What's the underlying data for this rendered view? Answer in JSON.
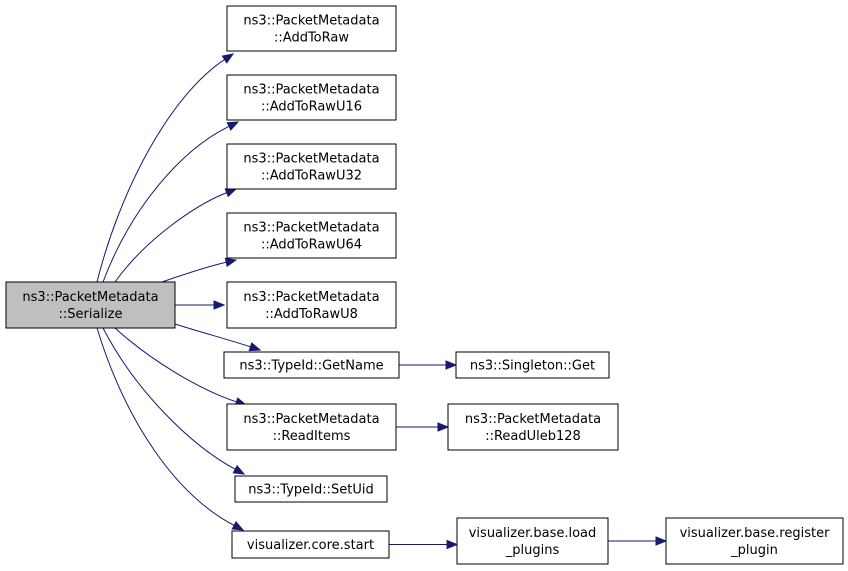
{
  "nodes": [
    {
      "id": "serialize",
      "lines": [
        "ns3::PacketMetadata",
        "::Serialize"
      ]
    },
    {
      "id": "addtoraw",
      "lines": [
        "ns3::PacketMetadata",
        "::AddToRaw"
      ]
    },
    {
      "id": "addtorawu16",
      "lines": [
        "ns3::PacketMetadata",
        "::AddToRawU16"
      ]
    },
    {
      "id": "addtorawu32",
      "lines": [
        "ns3::PacketMetadata",
        "::AddToRawU32"
      ]
    },
    {
      "id": "addtorawu64",
      "lines": [
        "ns3::PacketMetadata",
        "::AddToRawU64"
      ]
    },
    {
      "id": "addtorawu8",
      "lines": [
        "ns3::PacketMetadata",
        "::AddToRawU8"
      ]
    },
    {
      "id": "typeid-getname",
      "lines": [
        "ns3::TypeId::GetName"
      ]
    },
    {
      "id": "singleton-get",
      "lines": [
        "ns3::Singleton::Get"
      ]
    },
    {
      "id": "readitems",
      "lines": [
        "ns3::PacketMetadata",
        "::ReadItems"
      ]
    },
    {
      "id": "readuleb128",
      "lines": [
        "ns3::PacketMetadata",
        "::ReadUleb128"
      ]
    },
    {
      "id": "typeid-setuid",
      "lines": [
        "ns3::TypeId::SetUid"
      ]
    },
    {
      "id": "core-start",
      "lines": [
        "visualizer.core.start"
      ]
    },
    {
      "id": "base-load-plugins",
      "lines": [
        "visualizer.base.load",
        "_plugins"
      ]
    },
    {
      "id": "base-register-plugin",
      "lines": [
        "visualizer.base.register",
        "_plugin"
      ]
    }
  ],
  "edges": [
    {
      "from": "serialize",
      "to": "addtoraw"
    },
    {
      "from": "serialize",
      "to": "addtorawu16"
    },
    {
      "from": "serialize",
      "to": "addtorawu32"
    },
    {
      "from": "serialize",
      "to": "addtorawu64"
    },
    {
      "from": "serialize",
      "to": "addtorawu8"
    },
    {
      "from": "serialize",
      "to": "typeid-getname"
    },
    {
      "from": "serialize",
      "to": "readitems"
    },
    {
      "from": "serialize",
      "to": "typeid-setuid"
    },
    {
      "from": "serialize",
      "to": "core-start"
    },
    {
      "from": "typeid-getname",
      "to": "singleton-get"
    },
    {
      "from": "readitems",
      "to": "readuleb128"
    },
    {
      "from": "core-start",
      "to": "base-load-plugins"
    },
    {
      "from": "base-load-plugins",
      "to": "base-register-plugin"
    }
  ],
  "colors": {
    "root_fill": "#bfbfbf",
    "node_fill": "#ffffff",
    "node_stroke": "#000000",
    "edge": "#191970"
  }
}
